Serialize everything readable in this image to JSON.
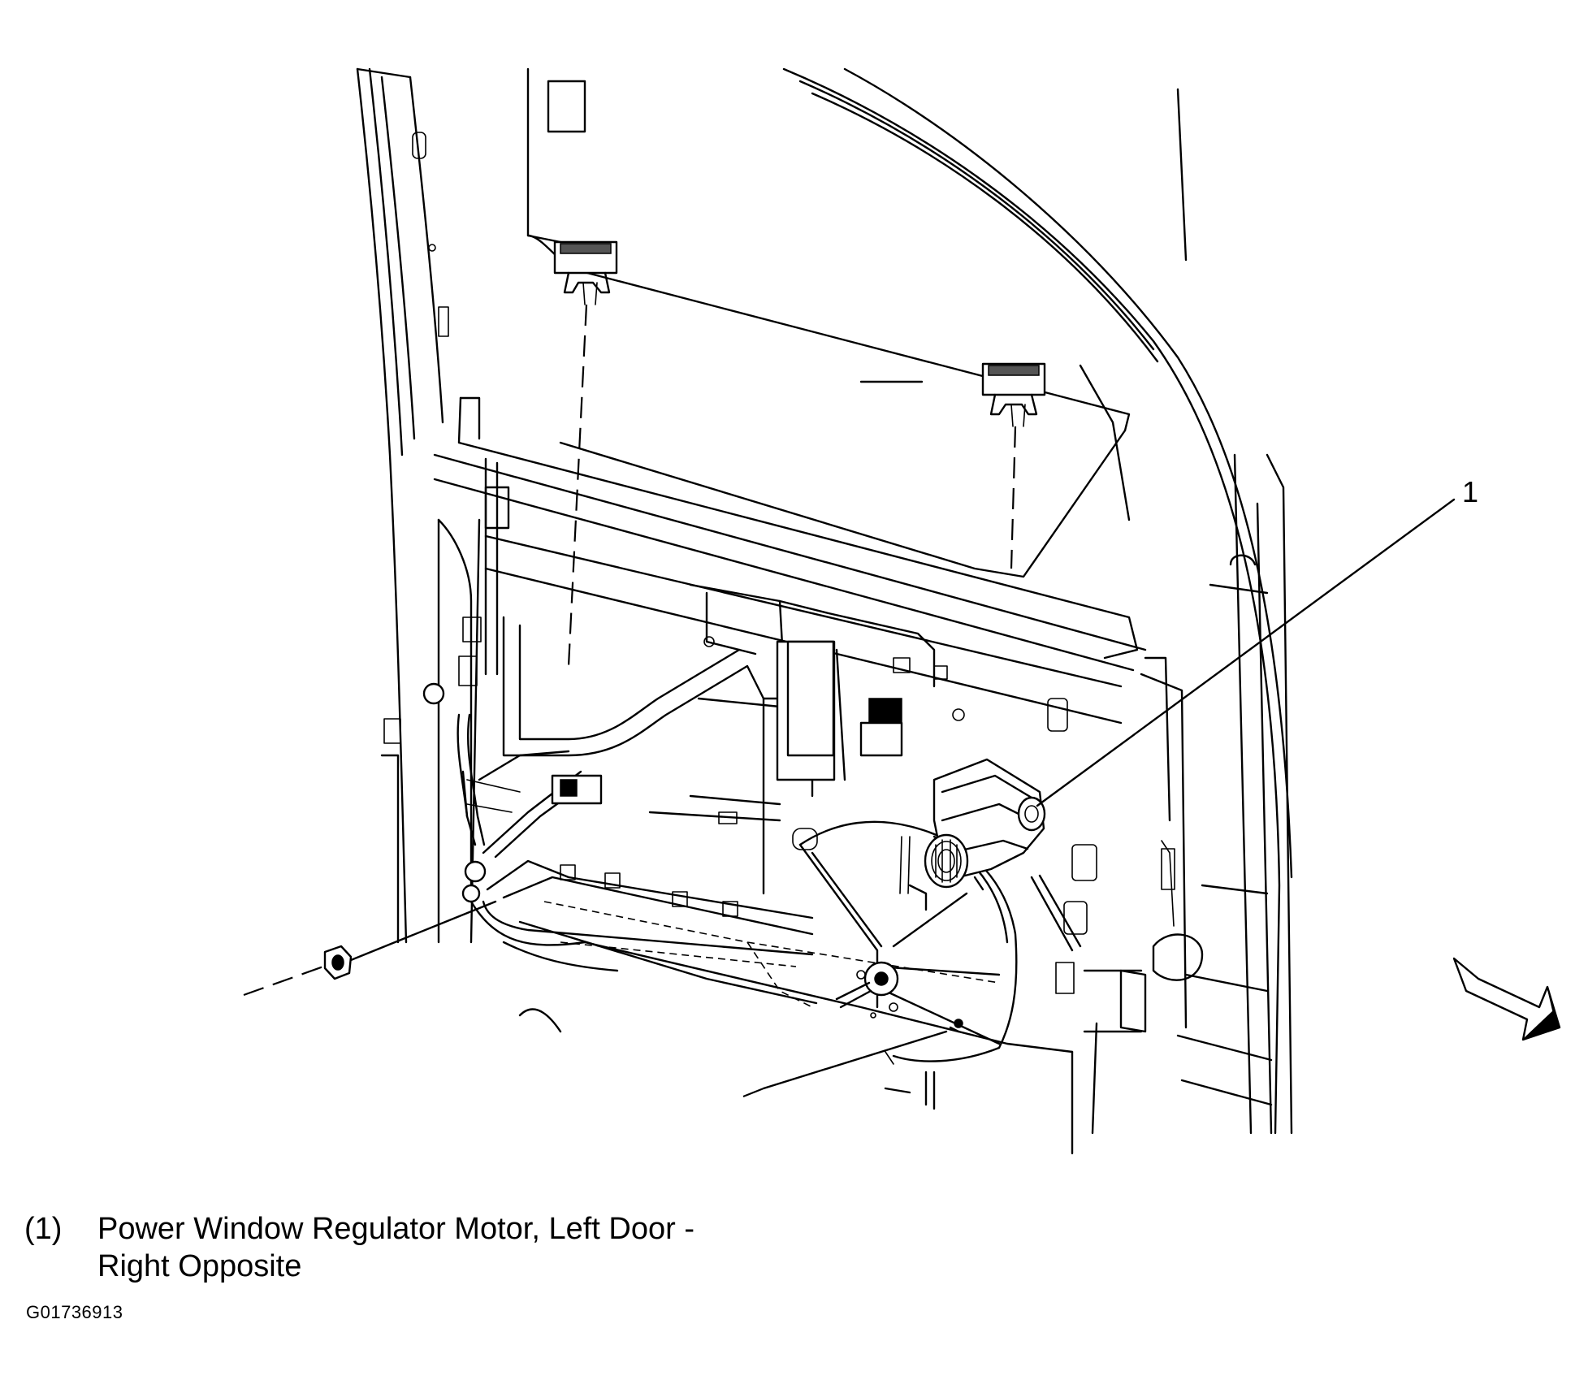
{
  "diagram": {
    "callouts": [
      {
        "number": "1"
      }
    ]
  },
  "legend": [
    {
      "number": "(1)",
      "text": "Power Window Regulator Motor, Left Door - Right Opposite"
    }
  ],
  "figure_id": "G01736913"
}
